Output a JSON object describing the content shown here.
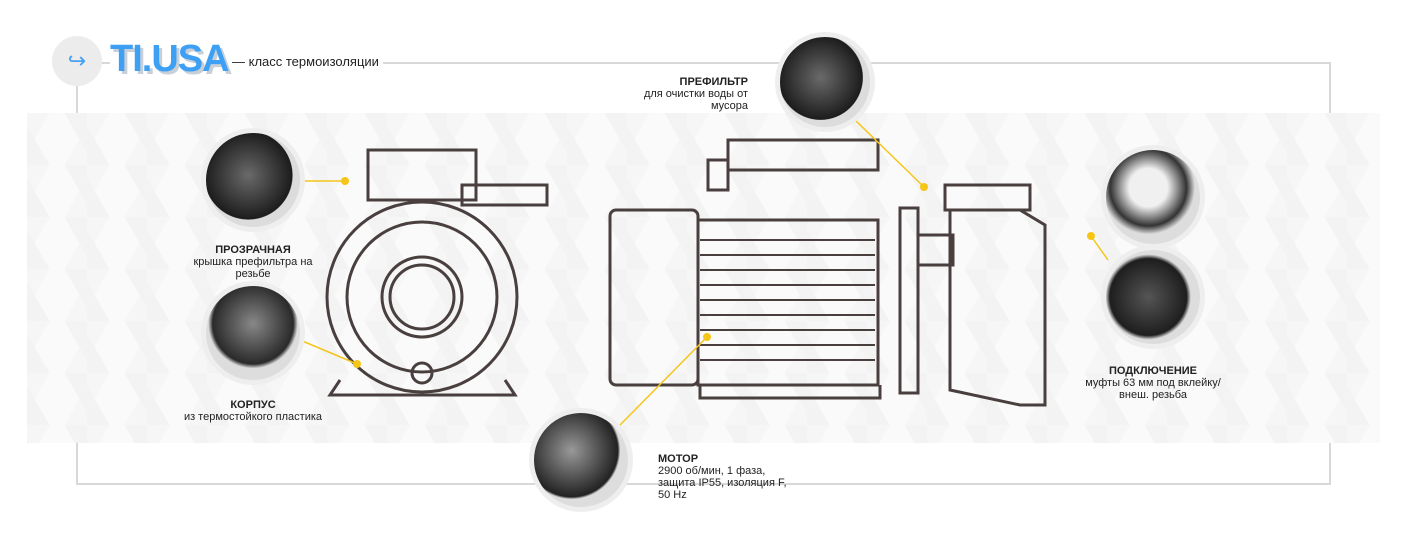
{
  "header": {
    "brand": "TI.USA",
    "tagline": "— класс термоизоляции",
    "icon": "return-arrow-icon"
  },
  "callouts": [
    {
      "title": "ПРЕФИЛЬТР",
      "text": "для очистки воды от мусора"
    },
    {
      "title": "ПРОЗРАЧНАЯ",
      "text": "крышка префильтра на резьбе"
    },
    {
      "title": "КОРПУС",
      "text": "из термостойкого пластика"
    },
    {
      "title": "МОТОР",
      "text": "2900 об/мин, 1 фаза, защита IP55, изоляция F, 50 Hz"
    },
    {
      "title": "ПОДКЛЮЧЕНИЕ",
      "text": "муфты 63 мм под вклейку/ внеш. резьба"
    }
  ],
  "colors": {
    "accent": "#3da0f5",
    "dot": "#f5c518"
  }
}
